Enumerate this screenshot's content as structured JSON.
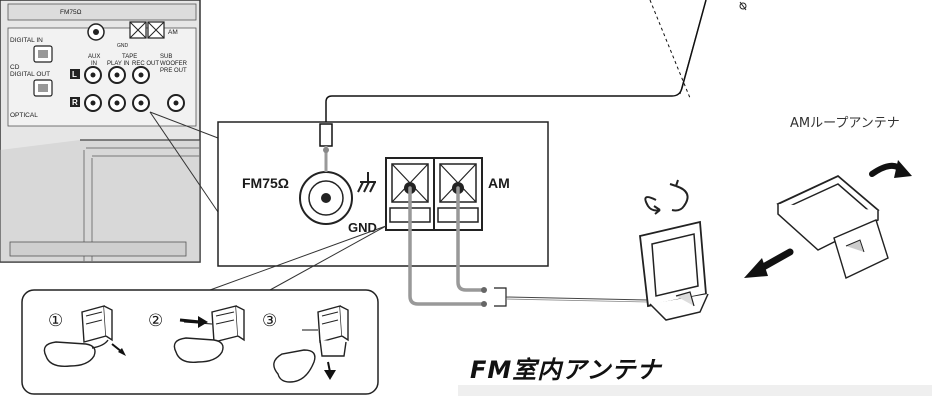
{
  "receiver_panel": {
    "digital_in": "DIGITAL IN",
    "cd": "CD",
    "digital_out": "DIGITAL OUT",
    "optical": "OPTICAL",
    "fm75_small": "FM75Ω",
    "gnd_small": "GND",
    "am_small": "AM",
    "aux": "AUX",
    "aux_in": "IN",
    "tape": "TAPE",
    "play_in": "PLAY IN",
    "rec_out": "REC OUT",
    "sub": "SUB",
    "woofer": "WOOFER",
    "pre_out": "PRE OUT",
    "ch_l": "L",
    "ch_r": "R"
  },
  "terminal_zoom": {
    "fm75": "FM75Ω",
    "gnd": "GND",
    "am": "AM"
  },
  "steps": [
    "①",
    "②",
    "③"
  ],
  "am_loop_antenna_label": "AMループアンテナ",
  "fm_indoor_antenna_title": "FM室内アンテナ"
}
